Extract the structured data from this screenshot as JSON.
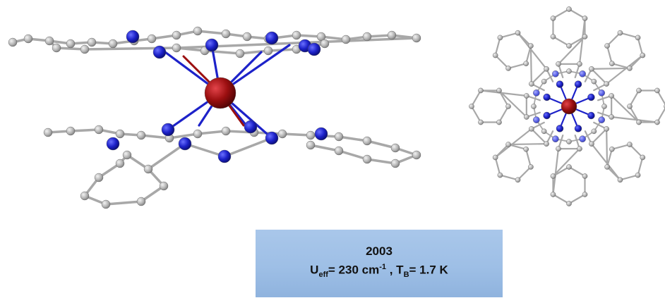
{
  "caption": {
    "year": "2003",
    "ueff_symbol": "U",
    "ueff_sub": "eff",
    "ueff_value": "= 230 cm",
    "ueff_sup": "-1",
    "separator": " , ",
    "tb_symbol": "T",
    "tb_sub": "B",
    "tb_value": "= 1.7 K"
  },
  "colors": {
    "carbon": "#b7b7b7",
    "carbon_dark": "#7a7a7a",
    "bond": "#a8a8a8",
    "nitrogen": "#1d22c9",
    "nitrogen_light": "#5b63e6",
    "metal": "#9b0f10",
    "metal_dark": "#5a0506",
    "caption_bg": "#a3c3e8"
  },
  "structures": {
    "side_view": {
      "name": "side-view",
      "atoms": [
        "C",
        "N",
        "Tb"
      ]
    },
    "top_view": {
      "name": "top-view",
      "atoms": [
        "C",
        "N",
        "Tb"
      ]
    }
  }
}
